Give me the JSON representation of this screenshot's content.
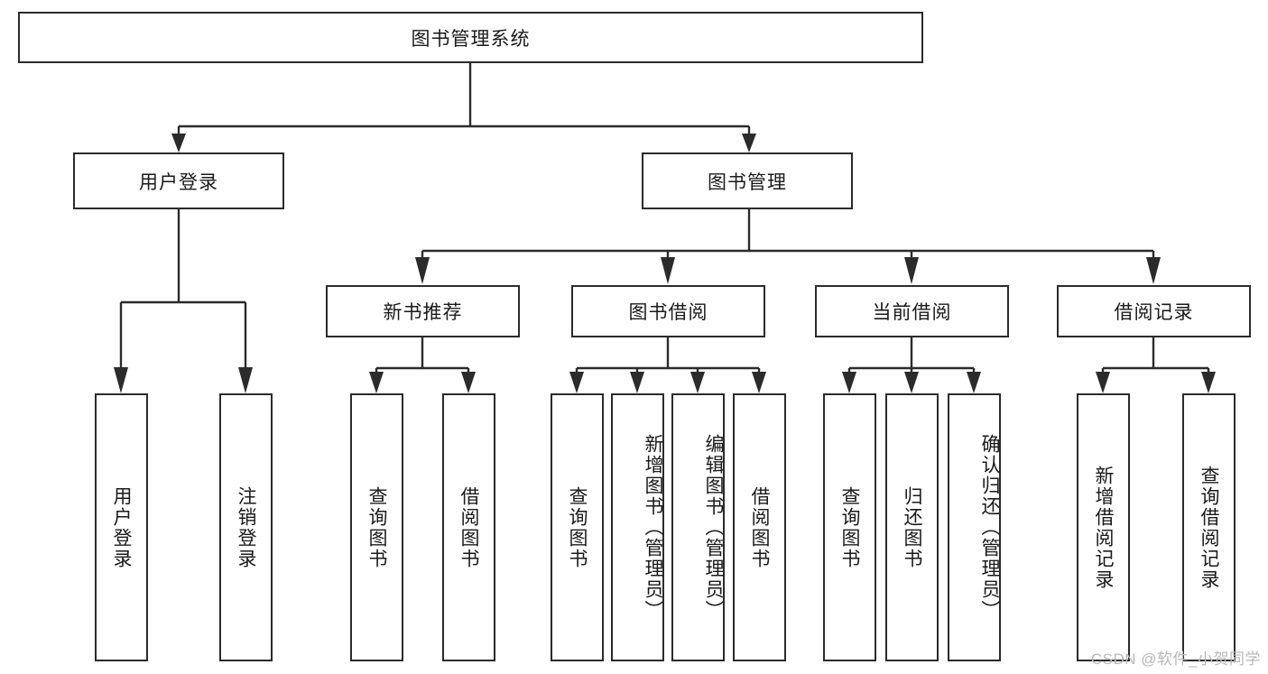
{
  "diagram": {
    "type": "tree",
    "title": "图书管理系统",
    "root": {
      "label": "图书管理系统"
    },
    "level2": [
      {
        "id": "user-login",
        "label": "用户登录"
      },
      {
        "id": "book-management",
        "label": "图书管理"
      }
    ],
    "level3": [
      {
        "id": "new-book-recommend",
        "label": "新书推荐",
        "parent": "book-management"
      },
      {
        "id": "book-borrow",
        "label": "图书借阅",
        "parent": "book-management"
      },
      {
        "id": "current-borrow",
        "label": "当前借阅",
        "parent": "book-management"
      },
      {
        "id": "borrow-record",
        "label": "借阅记录",
        "parent": "book-management"
      }
    ],
    "leaves": {
      "user-login": [
        {
          "id": "leaf-user-login",
          "label": "用户登录"
        },
        {
          "id": "leaf-logout-login",
          "label": "注销登录"
        }
      ],
      "new-book-recommend": [
        {
          "id": "leaf-query-book-1",
          "label": "查询图书"
        },
        {
          "id": "leaf-borrow-book-1",
          "label": "借阅图书"
        }
      ],
      "book-borrow": [
        {
          "id": "leaf-query-book-2",
          "label": "查询图书"
        },
        {
          "id": "leaf-add-book",
          "label": "新增图书（管理员）"
        },
        {
          "id": "leaf-edit-book",
          "label": "编辑图书（管理员）"
        },
        {
          "id": "leaf-borrow-book-2",
          "label": "借阅图书"
        }
      ],
      "current-borrow": [
        {
          "id": "leaf-query-book-3",
          "label": "查询图书"
        },
        {
          "id": "leaf-return-book",
          "label": "归还图书"
        },
        {
          "id": "leaf-confirm-return",
          "label": "确认归还（管理员）"
        }
      ],
      "borrow-record": [
        {
          "id": "leaf-add-record",
          "label": "新增借阅记录"
        },
        {
          "id": "leaf-query-record",
          "label": "查询借阅记录"
        }
      ]
    }
  },
  "watermark": {
    "text": "CSDN @软件_小贺同学"
  },
  "colors": {
    "stroke": "#2b2b2b",
    "fill": "#ffffff",
    "text": "#1a1a1a",
    "watermark": "#b9b9b9"
  }
}
